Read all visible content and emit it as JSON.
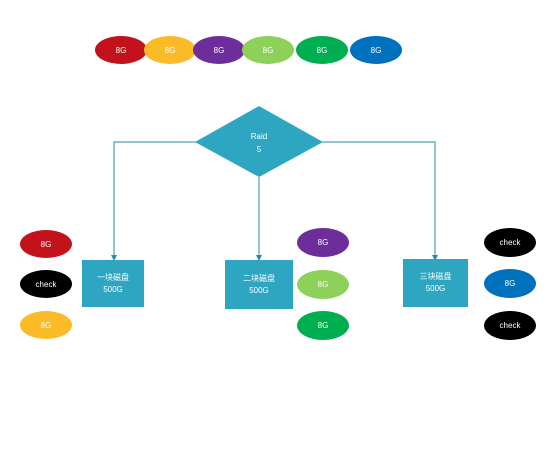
{
  "colors": {
    "red": "#c2131c",
    "yellow": "#fbbb28",
    "purple": "#6d2d9a",
    "lightgreen": "#8ed15a",
    "green": "#00ae52",
    "blue": "#0071bd",
    "black": "#000000",
    "teal": "#2ea6c2",
    "line": "#2a8aa6"
  },
  "top_row": [
    {
      "label": "8G",
      "color": "red"
    },
    {
      "label": "8G",
      "color": "yellow"
    },
    {
      "label": "8G",
      "color": "purple"
    },
    {
      "label": "8G",
      "color": "lightgreen"
    },
    {
      "label": "8G",
      "color": "green"
    },
    {
      "label": "8G",
      "color": "blue"
    }
  ],
  "raid": {
    "line1": "Raid",
    "line2": "5"
  },
  "disks": [
    {
      "name": "一块磁盘",
      "size": "500G"
    },
    {
      "name": "二块磁盘",
      "size": "500G"
    },
    {
      "name": "三块磁盘",
      "size": "500G"
    }
  ],
  "disk1_blocks": [
    {
      "label": "8G",
      "color": "red"
    },
    {
      "label": "check",
      "color": "black"
    },
    {
      "label": "8G",
      "color": "yellow"
    }
  ],
  "disk2_blocks": [
    {
      "label": "8G",
      "color": "purple"
    },
    {
      "label": "8G",
      "color": "lightgreen"
    },
    {
      "label": "8G",
      "color": "green"
    }
  ],
  "disk3_blocks": [
    {
      "label": "check",
      "color": "black"
    },
    {
      "label": "8G",
      "color": "blue"
    },
    {
      "label": "check",
      "color": "black"
    }
  ]
}
